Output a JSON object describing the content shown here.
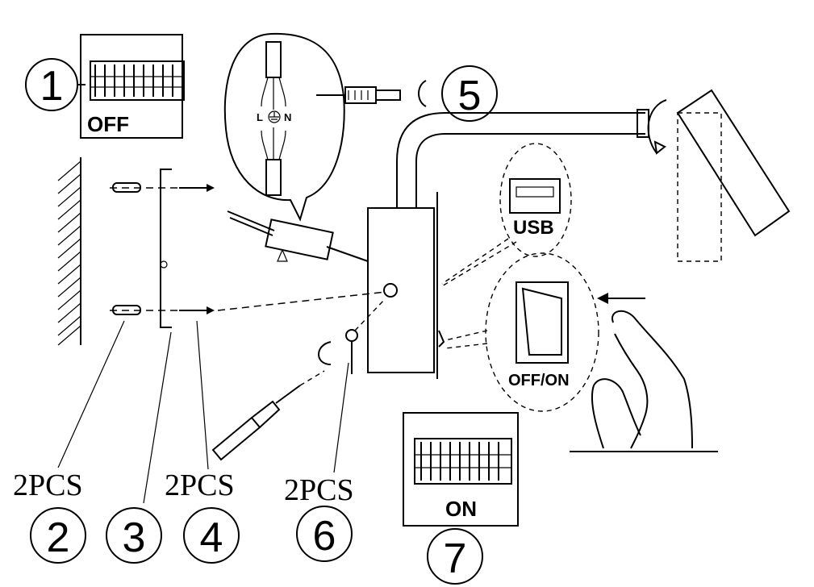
{
  "steps": {
    "s1": "1",
    "s2": "2",
    "s3": "3",
    "s4": "4",
    "s5": "5",
    "s6": "6",
    "s7": "7"
  },
  "quantities": {
    "q2": "2PCS",
    "q4": "2PCS",
    "q6": "2PCS"
  },
  "labels": {
    "off": "OFF",
    "on": "ON",
    "usb": "USB",
    "off_on": "OFF/ON",
    "wire_l": "L",
    "wire_n": "N"
  }
}
